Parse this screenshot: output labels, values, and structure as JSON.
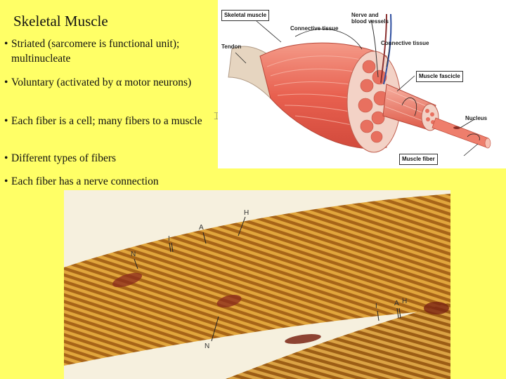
{
  "slide": {
    "title": "Skeletal Muscle",
    "bullets": [
      {
        "marker": "•",
        "text": "Striated (sarcomere is functional unit); multinucleate"
      },
      {
        "marker": "•",
        "text": "Voluntary (activated by α motor neurons)"
      },
      {
        "marker": "•",
        "text": "Each fiber is a cell; many fibers to a muscle"
      },
      {
        "marker": "•",
        "text": "Different types of fibers"
      },
      {
        "marker": "•",
        "text": "Each fiber has a nerve connection"
      }
    ]
  },
  "diagram": {
    "labels": {
      "skeletal_muscle": "Skeletal muscle",
      "tendon": "Tendon",
      "connective_tissue_left": "Connective tissue",
      "nerve_vessels": "Nerve and\nblood vessels",
      "connective_tissue_right": "Connective tissue",
      "muscle_fascicle": "Muscle fascicle",
      "nucleus": "Nucleus",
      "muscle_fiber": "Muscle fiber"
    },
    "colors": {
      "muscle": "#e8604f",
      "muscle_light": "#f4a08f",
      "tissue": "#f6d6cc",
      "tendon": "#e0cdb8"
    }
  },
  "micrograph": {
    "letters": {
      "H_top": "H",
      "A_top": "A",
      "I_top": "I",
      "N_top": "N",
      "N_bottom": "N",
      "I_right": "I",
      "A_right": "A",
      "H_right": "H"
    }
  }
}
